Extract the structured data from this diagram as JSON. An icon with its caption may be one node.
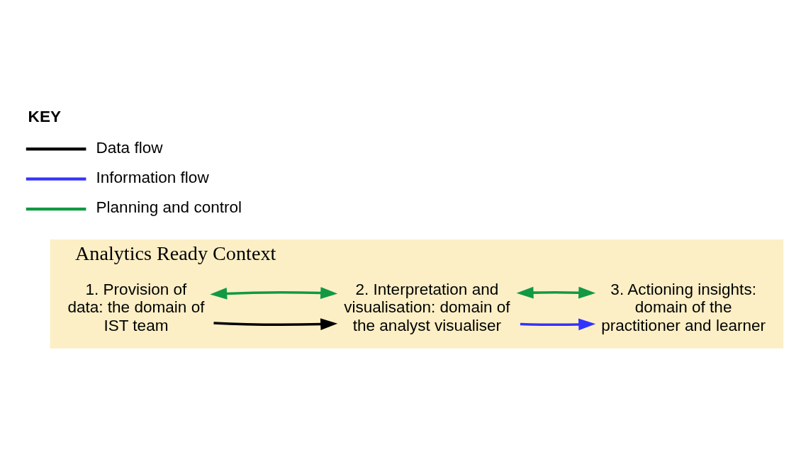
{
  "diagram": {
    "nodes": [
      {
        "text": [
          "Analytics Ready Context"
        ]
      },
      {
        "text": [
          "1. Provision of data: the domain of IST team"
        ],
        "in": 0
      },
      {
        "text": [
          "2. Interpretation and visualisation: domain of the analyst visualiser"
        ],
        "in": 0
      },
      {
        "text": [
          "3. Actioning insights: domain of the practitioner and learner"
        ],
        "in": 0
      }
    ],
    "edges": [
      {
        "from": 1,
        "to": 2,
        "arrow": "to",
        "color": "#000000"
      },
      {
        "from": 2,
        "to": 3,
        "arrow": "to",
        "color": "#3333ff"
      },
      {
        "from": 2,
        "to": 3,
        "arrow": "both",
        "color": "#119944"
      },
      {
        "from": 1,
        "to": 2,
        "arrow": "both",
        "color": "#119944"
      }
    ],
    "labels": [
      "KEY"
    ],
    "legend": [
      {
        "text": "Data flow",
        "color": "#000000"
      },
      {
        "text": "Information flow",
        "color": "#3333ff"
      },
      {
        "text": "Planning and control",
        "color": "#119944"
      }
    ]
  }
}
